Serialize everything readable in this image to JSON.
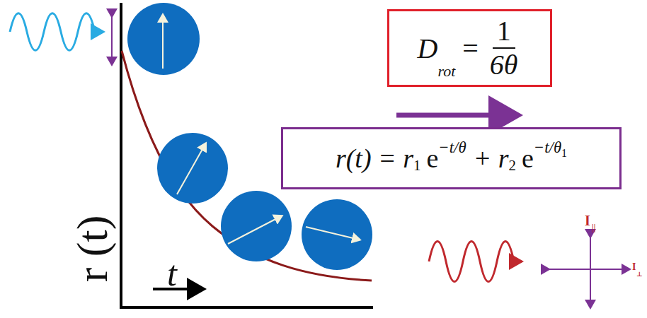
{
  "diagram": {
    "nodes": [
      {
        "text": [
          "D",
          "rot",
          "=",
          "1",
          "6θ"
        ]
      },
      {
        "text": [
          "r(t) = r",
          "1",
          "e",
          "−t/θ",
          "+ r",
          "2",
          "e",
          "−t/θ",
          "1"
        ]
      }
    ],
    "labels": [
      "r (t)",
      "t",
      "I",
      "||",
      "I",
      "⊥"
    ]
  }
}
